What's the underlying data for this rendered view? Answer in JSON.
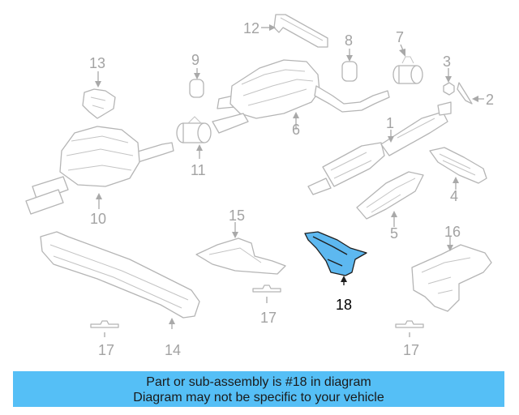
{
  "callouts": {
    "n1": "1",
    "n2": "2",
    "n3": "3",
    "n4": "4",
    "n5": "5",
    "n6": "6",
    "n7": "7",
    "n8": "8",
    "n9": "9",
    "n10": "10",
    "n11": "11",
    "n12": "12",
    "n13": "13",
    "n14": "14",
    "n15": "15",
    "n16": "16",
    "n17a": "17",
    "n17b": "17",
    "n17c": "17",
    "n18": "18"
  },
  "highlight": {
    "part_number": "18",
    "color": "#5db8f0"
  },
  "banner": {
    "line1": "Part or sub-assembly is #18 in diagram",
    "line2": "Diagram may not be specific to your vehicle",
    "color": "#55bff6"
  }
}
